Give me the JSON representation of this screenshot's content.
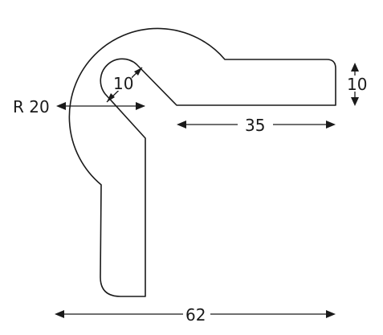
{
  "colors": {
    "line": "#1a1a1a",
    "background": "#ffffff"
  },
  "dimensions": {
    "radius_label": "R 20",
    "slot_width_label": "10",
    "arm_length_label": "35",
    "arm_height_label": "10",
    "overall_width_label": "62"
  }
}
